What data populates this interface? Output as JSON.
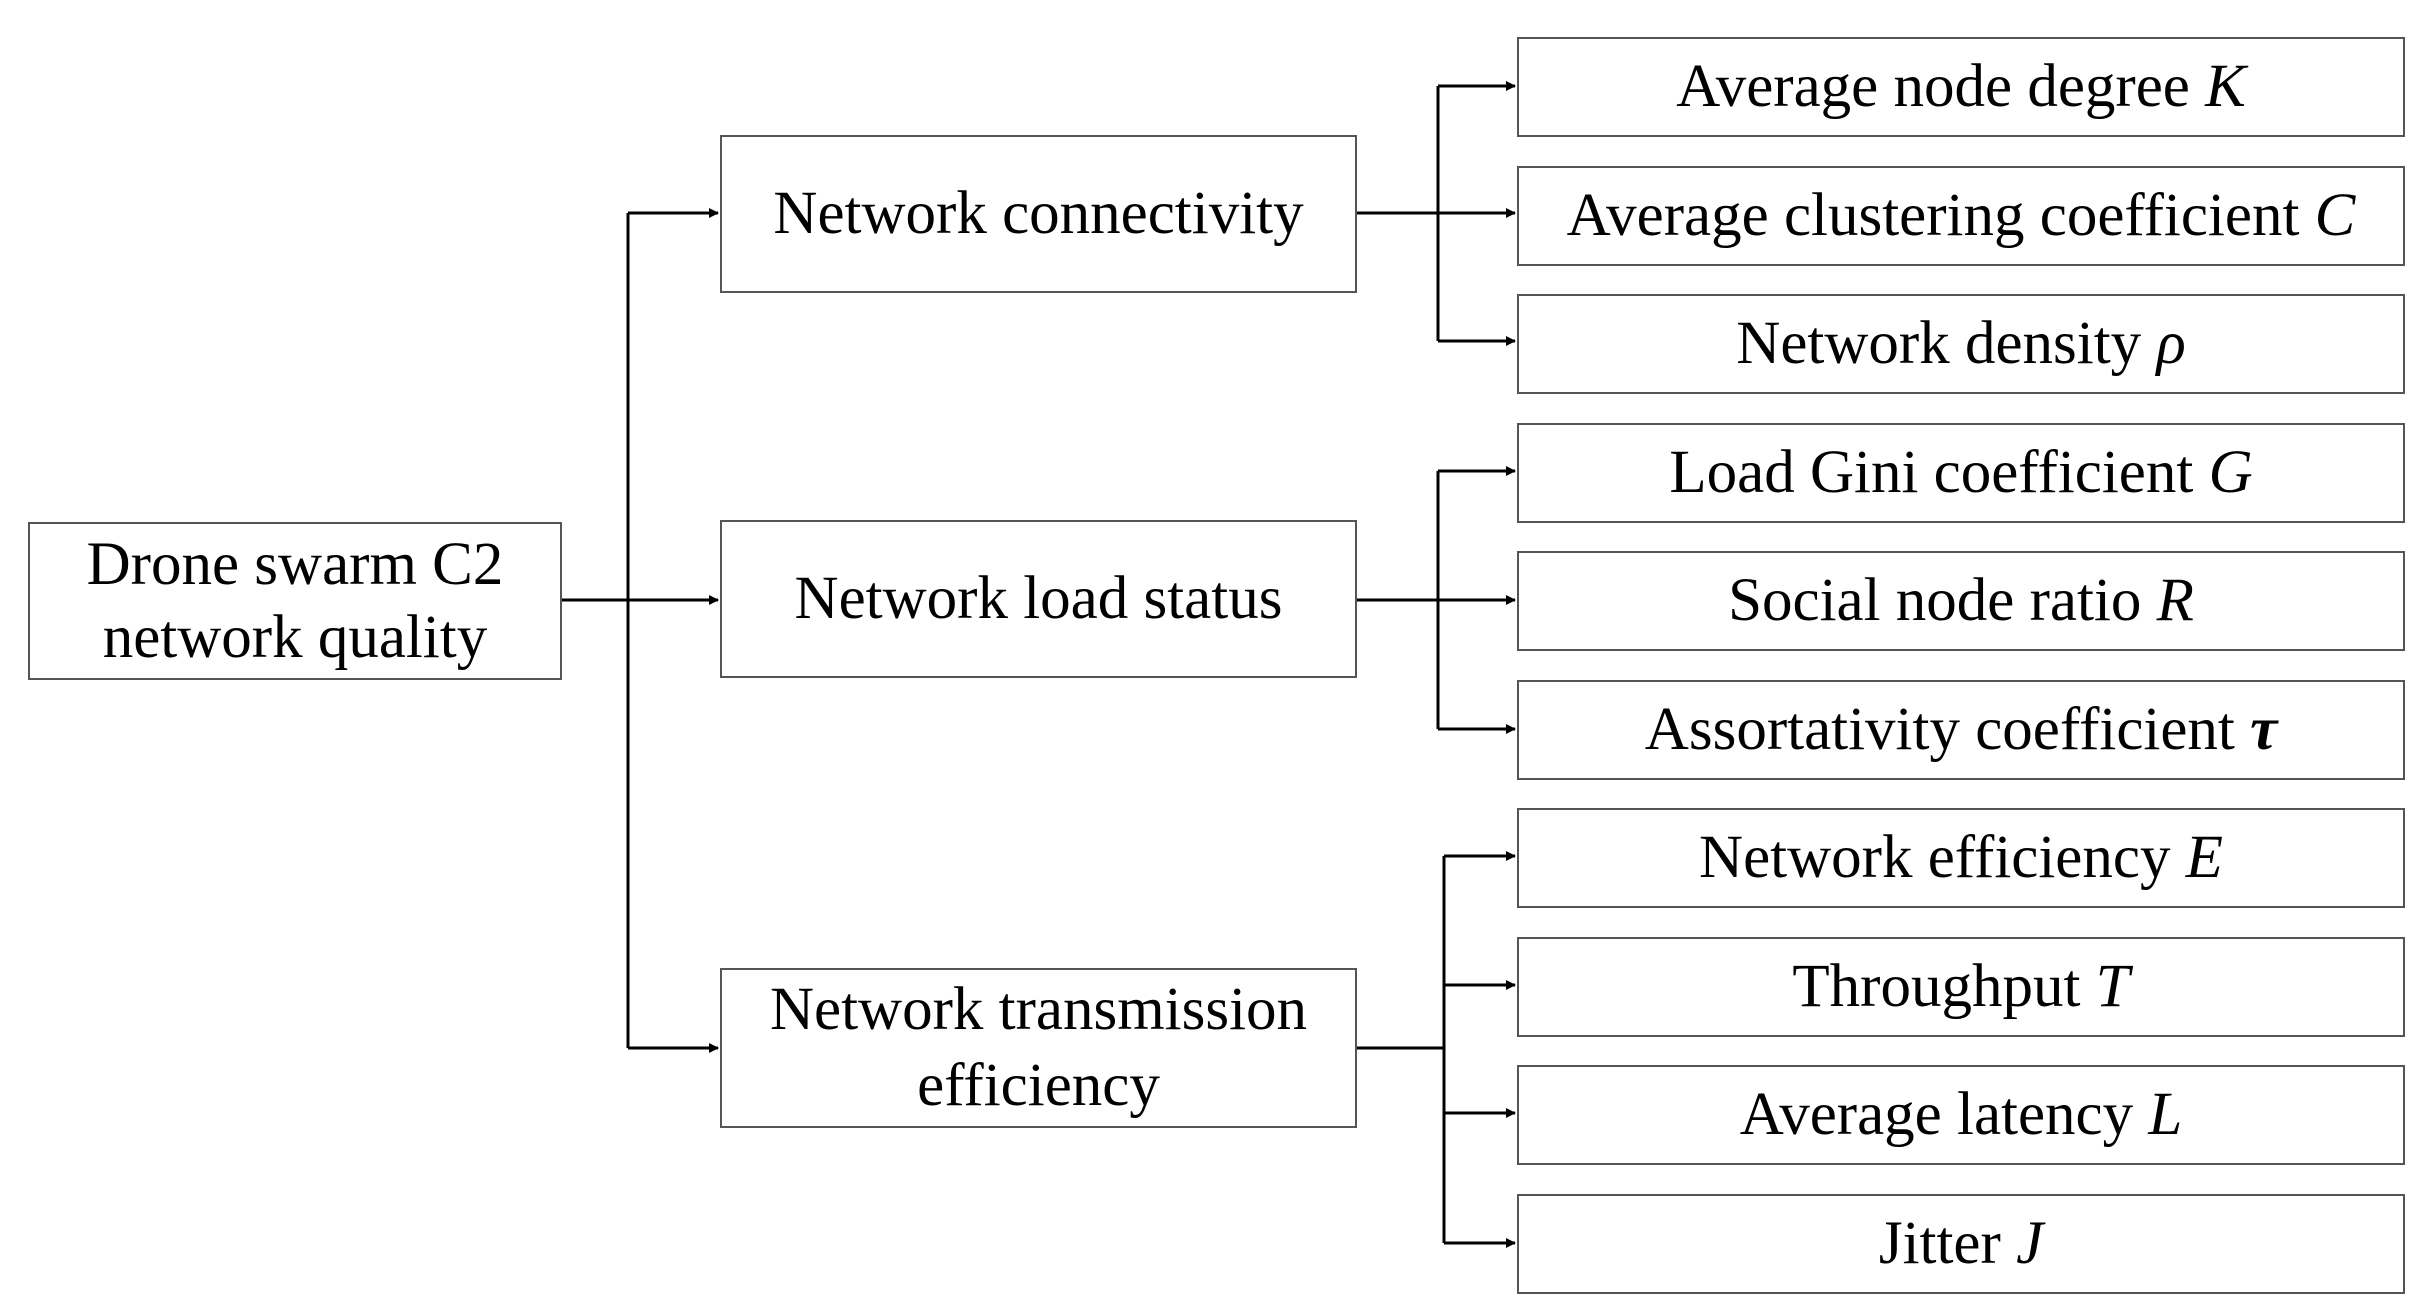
{
  "root": {
    "line1": "Drone swarm C2",
    "line2": "network quality"
  },
  "categories": [
    {
      "label": "Network connectivity",
      "indicators": [
        {
          "name": "Average node degree ",
          "symbol": "K"
        },
        {
          "name": "Average clustering coefficient ",
          "symbol": "C"
        },
        {
          "name": "Network density ",
          "symbol": "ρ"
        }
      ]
    },
    {
      "label": "Network load status",
      "indicators": [
        {
          "name": "Load Gini coefficient ",
          "symbol": "G"
        },
        {
          "name": "Social node ratio ",
          "symbol": "R"
        },
        {
          "name": "Assortativity coefficient ",
          "symbol": "τ"
        }
      ]
    },
    {
      "line1": "Network transmission",
      "line2": "efficiency",
      "indicators": [
        {
          "name": "Network efficiency ",
          "symbol": "E"
        },
        {
          "name": "Throughput ",
          "symbol": "T"
        },
        {
          "name": "Average latency ",
          "symbol": "L"
        },
        {
          "name": "Jitter ",
          "symbol": "J"
        }
      ]
    }
  ]
}
